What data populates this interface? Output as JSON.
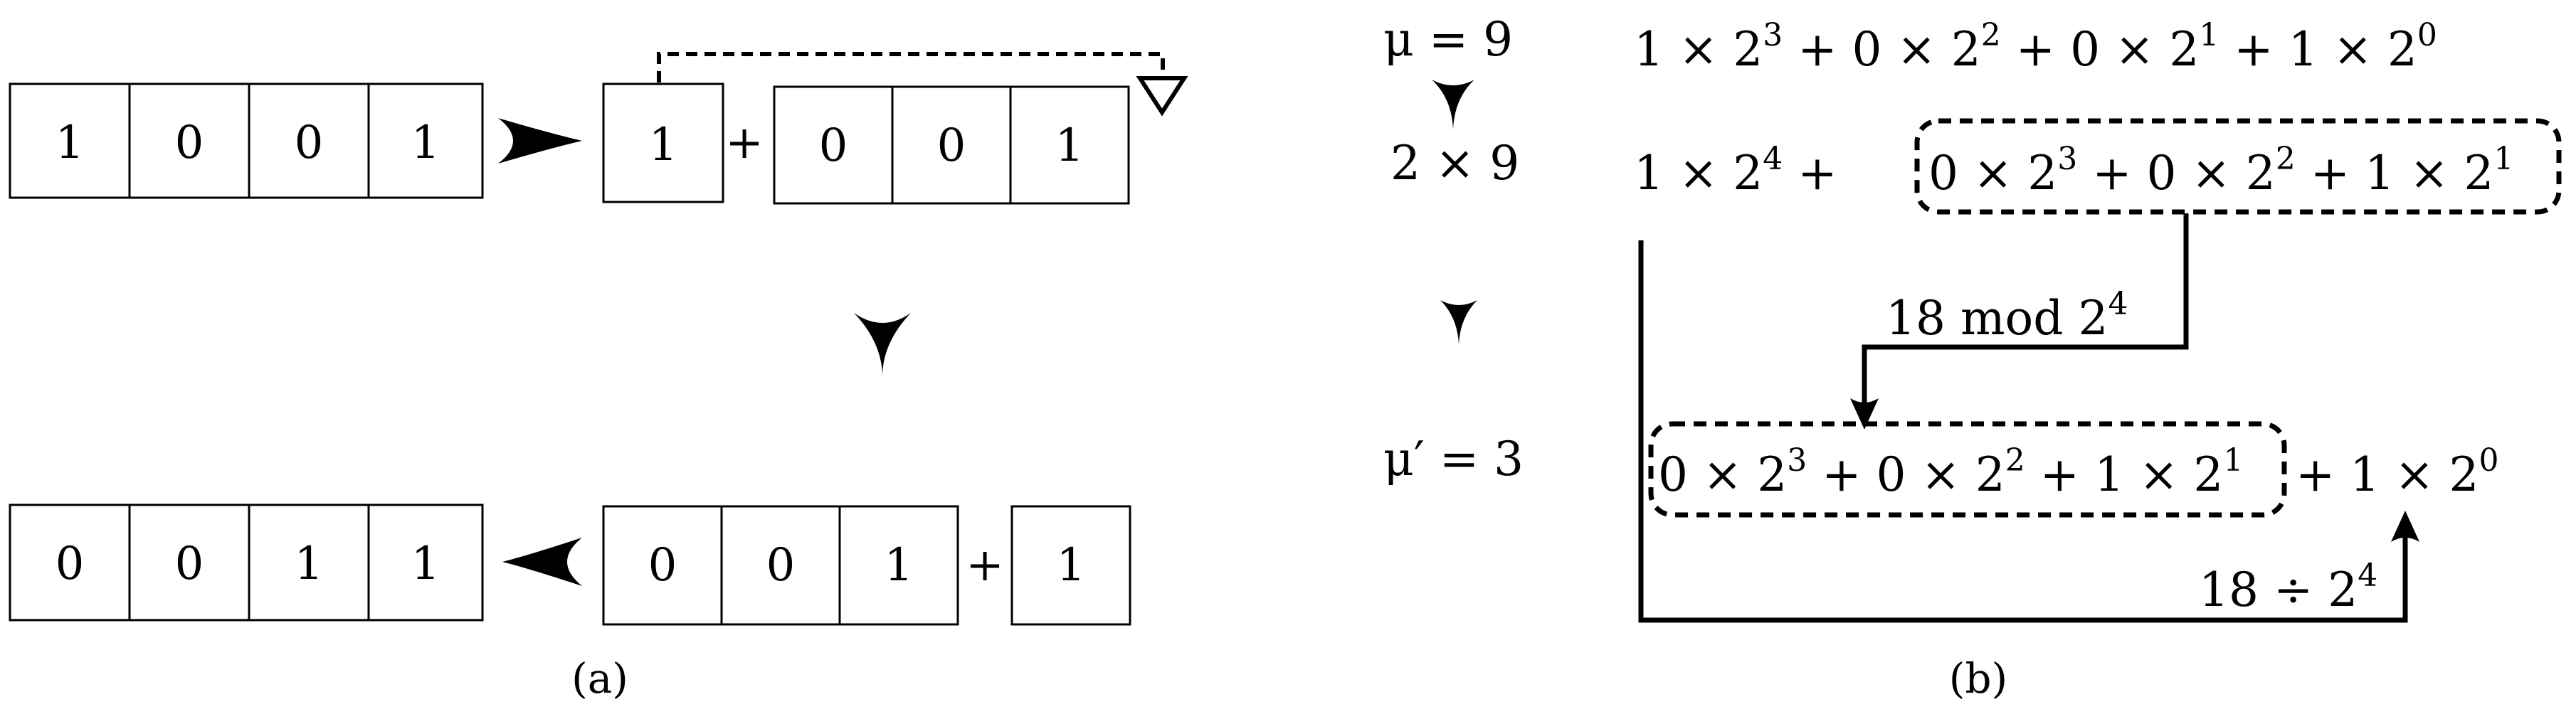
{
  "panel_a": {
    "caption": "(a)",
    "row1_left": [
      "1",
      "0",
      "0",
      "1"
    ],
    "row1_right_single": "1",
    "row1_plus": "+",
    "row1_right_triple": [
      "0",
      "0",
      "1"
    ],
    "row2_left": [
      "0",
      "0",
      "1",
      "1"
    ],
    "row2_right_triple": [
      "0",
      "0",
      "1"
    ],
    "row2_plus": "+",
    "row2_right_single": "1"
  },
  "panel_b": {
    "caption": "(b)",
    "row1_left": "μ = 9",
    "row1_expr": {
      "coefs": [
        "1",
        "0",
        "0",
        "1"
      ],
      "exps": [
        "3",
        "2",
        "1",
        "0"
      ]
    },
    "row2_left": "2 × 9",
    "row2_expr": {
      "coefs": [
        "1",
        "0",
        "0",
        "1"
      ],
      "exps": [
        "4",
        "3",
        "2",
        "1"
      ]
    },
    "mod_label": {
      "text": "18 mod 2",
      "exp": "4"
    },
    "row3_left": "μ′ = 3",
    "row3_expr": {
      "coefs": [
        "0",
        "0",
        "1",
        "1"
      ],
      "exps": [
        "3",
        "2",
        "1",
        "0"
      ]
    },
    "div_label": {
      "text": "18 ÷ 2",
      "exp": "4"
    }
  }
}
